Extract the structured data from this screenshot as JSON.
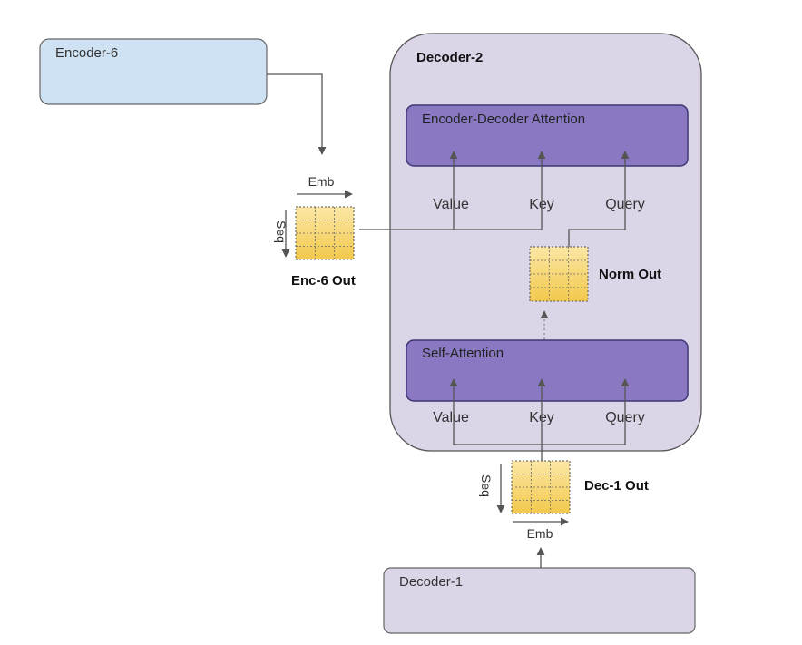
{
  "encoder6": {
    "label": "Encoder-6",
    "fill": "#cfe2f3",
    "stroke": "#666666"
  },
  "decoder2": {
    "label": "Decoder-2",
    "fill": "#dcd5e8",
    "stroke": "#555555"
  },
  "decoder1": {
    "label": "Decoder-1",
    "fill": "#dcd5e8",
    "stroke": "#666666"
  },
  "attention_fill": "#8a79c2",
  "attention_stroke": "#3e3673",
  "enc_dec_attention": {
    "label": "Encoder-Decoder Attention",
    "inputs": [
      "Value",
      "Key",
      "Query"
    ]
  },
  "self_attention": {
    "label": "Self-Attention",
    "inputs": [
      "Value",
      "Key",
      "Query"
    ]
  },
  "matrix_fill": "#f7d774",
  "enc6_out": {
    "title": "Enc-6 Out",
    "emb": "Emb",
    "seq": "Seq"
  },
  "norm_out": {
    "title": "Norm Out"
  },
  "dec1_out": {
    "title": "Dec-1 Out",
    "emb": "Emb",
    "seq": "Seq"
  }
}
